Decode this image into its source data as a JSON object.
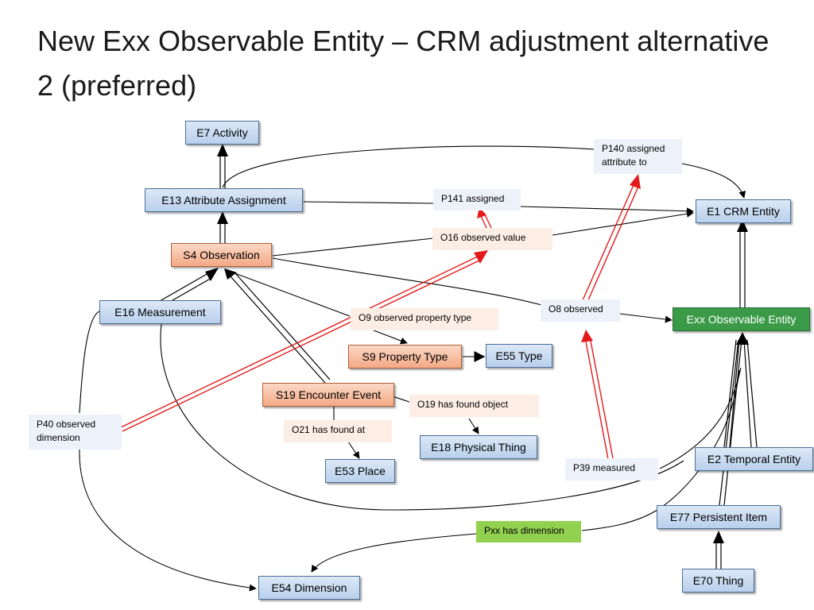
{
  "title": "New Exx Observable Entity – CRM adjustment alternative 2 (preferred)",
  "nodes": {
    "e7": "E7 Activity",
    "e13": "E13 Attribute Assignment",
    "e1": "E1 CRM Entity",
    "s4": "S4 Observation",
    "e16": "E16 Measurement",
    "exx": "Exx Observable Entity",
    "s9": "S9 Property Type",
    "e55": "E55 Type",
    "s19": "S19 Encounter Event",
    "e18": "E18 Physical Thing",
    "e2": "E2 Temporal Entity",
    "e53": "E53 Place",
    "e77": "E77 Persistent Item",
    "e54": "E54 Dimension",
    "e70": "E70 Thing"
  },
  "properties": {
    "p140_line1": "P140 assigned",
    "p140_line2": "attribute to",
    "p141": "P141 assigned",
    "o16": "O16 observed value",
    "o8": "O8 observed",
    "o9": "O9 observed property type",
    "o19": "O19 has found object",
    "p40_line1": "P40 observed",
    "p40_line2": "dimension",
    "o21": "O21 has found at",
    "p39": "P39 measured",
    "pxx": "Pxx  has dimension"
  },
  "colors": {
    "entity_fill": "#b9d0ec",
    "observation_fill": "#f3a985",
    "observable_entity_fill": "#3a9a47",
    "pxx_label_fill": "#92d050",
    "new_property_arrow": "#e41a1a",
    "edge": "#000000"
  }
}
